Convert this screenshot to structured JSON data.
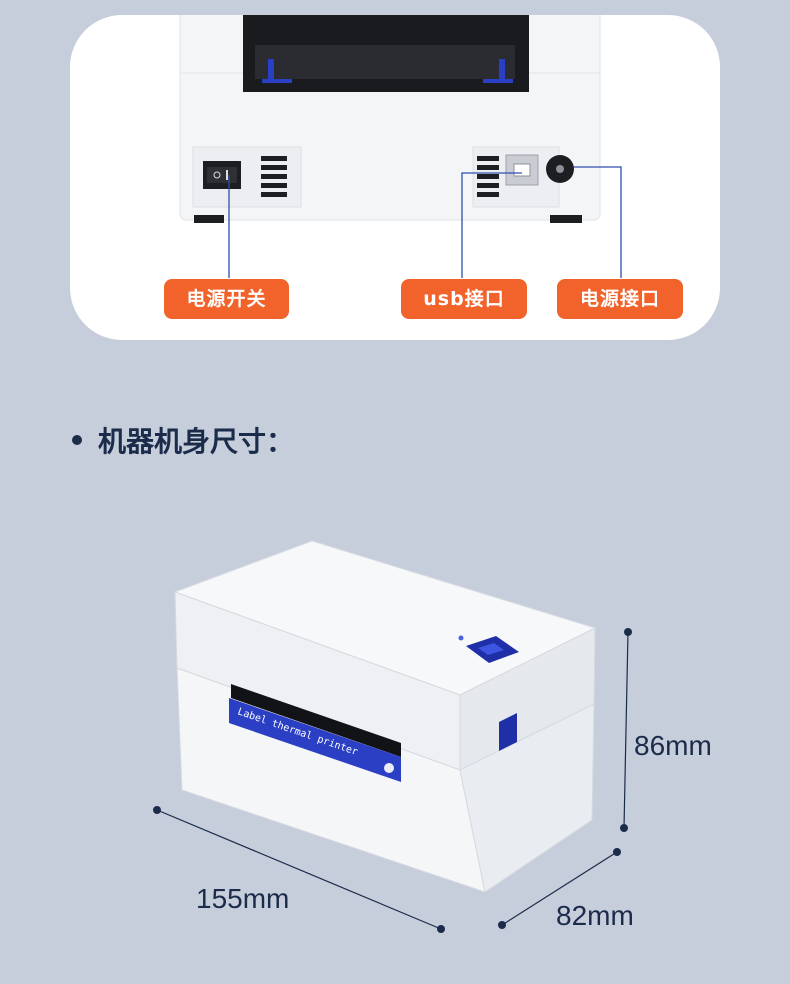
{
  "ports": {
    "power_switch_label": "电源开关",
    "usb_port_label": "usb接口",
    "power_port_label": "电源接口"
  },
  "section": {
    "title": "机器机身尺寸："
  },
  "printer": {
    "slot_label": "Label thermal printer"
  },
  "dimensions": {
    "width": "155mm",
    "depth": "82mm",
    "height": "86mm"
  },
  "colors": {
    "background": "#c6cedb",
    "callout": "#f2632b",
    "accent_blue": "#2b3fc4",
    "line_blue": "#2d4fae",
    "text_dark": "#1b2b4a"
  }
}
